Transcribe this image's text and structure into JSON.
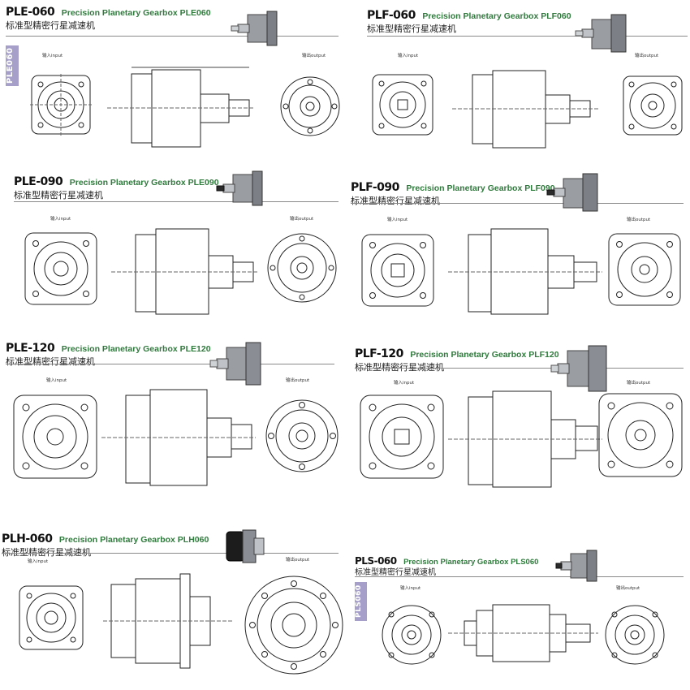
{
  "panels": [
    {
      "code": "PLE-060",
      "desc": "Precision Planetary Gearbox PLE060",
      "cn": "标准型精密行星减速机",
      "input": "输入input",
      "output": "输出output",
      "tab": "PLE060"
    },
    {
      "code": "PLF-060",
      "desc": "Precision Planetary Gearbox PLF060",
      "cn": "标准型精密行星减速机",
      "input": "输入input",
      "output": "输出output"
    },
    {
      "code": "PLE-090",
      "desc": "Precision Planetary Gearbox PLE090",
      "cn": "标准型精密行星减速机",
      "input": "输入input",
      "output": "输出output"
    },
    {
      "code": "PLF-090",
      "desc": "Precision Planetary Gearbox PLF090",
      "cn": "标准型精密行星减速机",
      "input": "输入input",
      "output": "输出output"
    },
    {
      "code": "PLE-120",
      "desc": "Precision Planetary Gearbox PLE120",
      "cn": "标准型精密行星减速机",
      "input": "输入input",
      "output": "输出output"
    },
    {
      "code": "PLF-120",
      "desc": "Precision Planetary Gearbox PLF120",
      "cn": "标准型精密行星减速机",
      "input": "输入input",
      "output": "输出output"
    },
    {
      "code": "PLH-060",
      "desc": "Precision Planetary Gearbox PLH060",
      "cn": "标准型精密行星减速机",
      "input": "输入input",
      "output": "输出output"
    },
    {
      "code": "PLS-060",
      "desc": "Precision Planetary Gearbox PLS060",
      "cn": "标准型精密行星减速机",
      "input": "输入input",
      "output": "输出output",
      "tab": "PLS060"
    }
  ]
}
